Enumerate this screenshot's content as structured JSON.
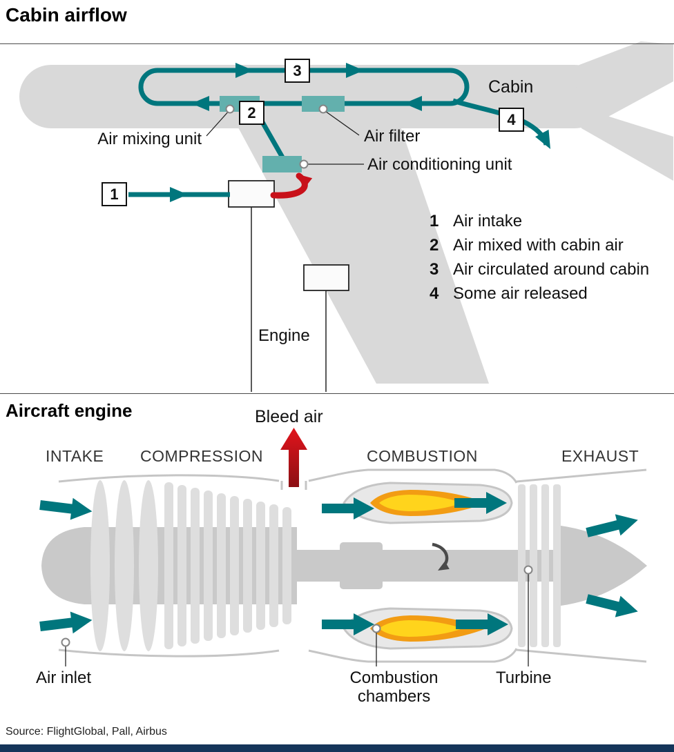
{
  "header": {
    "title": "Cabin airflow"
  },
  "cabin": {
    "cabin_label": "Cabin",
    "mixing_label": "Air mixing unit",
    "filter_label": "Air filter",
    "ac_label": "Air conditioning unit",
    "engine_label": "Engine",
    "markers": [
      "1",
      "2",
      "3",
      "4"
    ],
    "legend": [
      {
        "num": "1",
        "text": "Air intake"
      },
      {
        "num": "2",
        "text": "Air mixed with cabin air"
      },
      {
        "num": "3",
        "text": "Air circulated around cabin"
      },
      {
        "num": "4",
        "text": "Some air released"
      }
    ]
  },
  "engine_section": {
    "title": "Aircraft engine",
    "bleed_air": "Bleed air",
    "stages": [
      "INTAKE",
      "COMPRESSION",
      "COMBUSTION",
      "EXHAUST"
    ],
    "air_inlet": "Air inlet",
    "combustion_chambers": "Combustion chambers",
    "turbine": "Turbine"
  },
  "footer": {
    "source": "Source: FlightGlobal, Pall, Airbus"
  },
  "colors": {
    "teal": "#00767d",
    "teal_light": "#63b0ad",
    "red": "#c8111a",
    "flame_outer": "#f29c13",
    "flame_inner": "#ffd41c",
    "silhouette_gray": "#d9d9d9",
    "engine_gray": "#c9c9c9",
    "footer_bar": "#15355a"
  }
}
